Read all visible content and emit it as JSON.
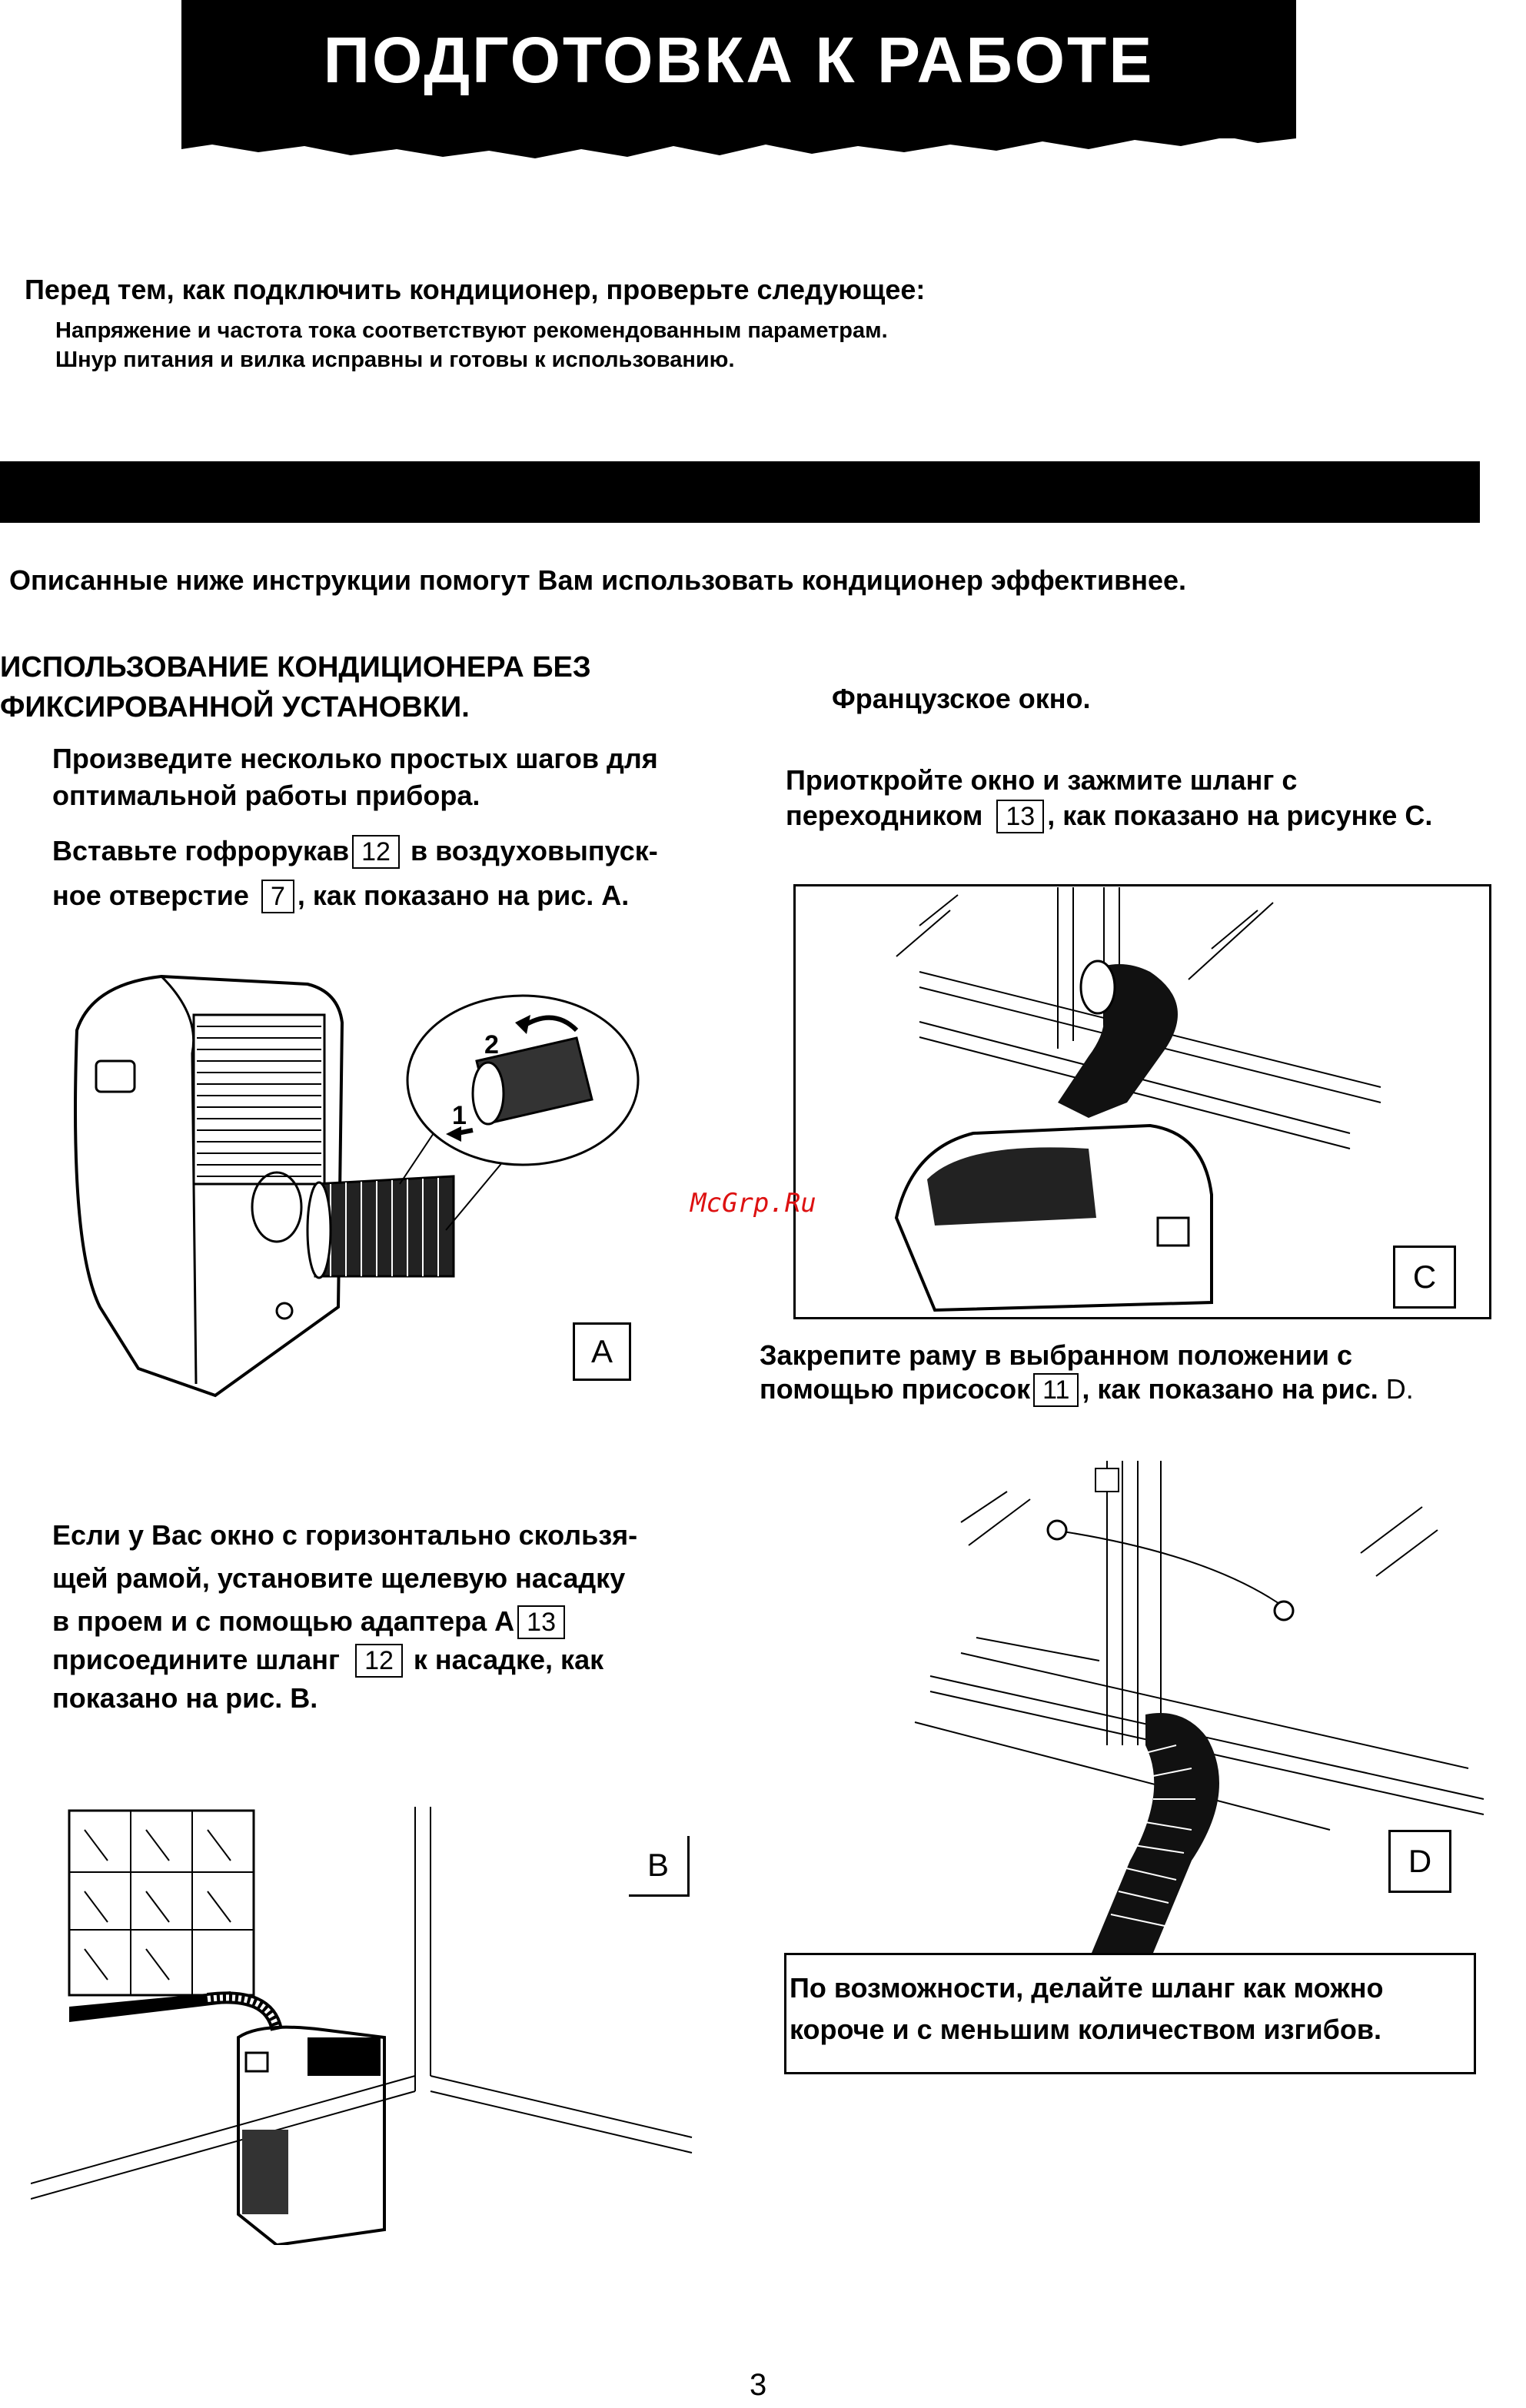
{
  "header": {
    "title": "ПОДГОТОВКА К РАБОТЕ"
  },
  "checklist": {
    "heading": "Перед тем, как подключить кондиционер, проверьте следующее:",
    "items": [
      "Напряжение и частота тока соответствуют рекомендованным параметрам.",
      "Шнур питания и вилка исправны и готовы к использованию."
    ]
  },
  "intro": "Описанные ниже инструкции помогут Вам использовать кондиционер эффективнее.",
  "left": {
    "section_title_1": "ИСПОЛЬЗОВАНИЕ КОНДИЦИОНЕРА БЕЗ",
    "section_title_2": "ФИКСИРОВАННОЙ УСТАНОВКИ.",
    "p1_line1": "Произведите несколько простых шагов для",
    "p1_line2": "оптимальной работы прибора.",
    "p2_line1_a": "Вставьте гофрорукав",
    "p2_ref1": "12",
    "p2_line1_b": "в воздуховыпуск-",
    "p2_line2_a": "ное отверстие",
    "p2_ref2": "7",
    "p2_line2_b": ", как показано на рис. А.",
    "fig_a_label": "A",
    "fig_a_step1": "1",
    "fig_a_step2": "2",
    "p3_line1": "Если у Вас окно с горизонтально скользя-",
    "p3_line2": "щей рамой, установите щелевую насадку",
    "p3_line3_a": "в проем и с помощью адаптера А",
    "p3_ref1": "13",
    "p3_line4_a": "присоедините шланг",
    "p3_ref2": "12",
    "p3_line4_b": "к насадке, как",
    "p3_line5": "показано на рис. В.",
    "fig_b_label": "B"
  },
  "right": {
    "subtitle": "Французское окно.",
    "p1_line1": "Приоткройте окно и зажмите шланг с",
    "p1_line2_a": "переходником",
    "p1_ref": "13",
    "p1_line2_b": ", как показано на рисунке С.",
    "fig_c_label": "C",
    "p2_line1": "Закрепите раму в выбранном положении с",
    "p2_line2_a": "помощью присосок",
    "p2_ref": "11",
    "p2_line2_b": ", как показано на рис.",
    "p2_line2_c": "D.",
    "fig_d_label": "D",
    "note_line1": "По возможности, делайте шланг как можно",
    "note_line2": "короче и с меньшим количеством изгибов."
  },
  "watermark": "McGrp.Ru",
  "page_number": "3"
}
